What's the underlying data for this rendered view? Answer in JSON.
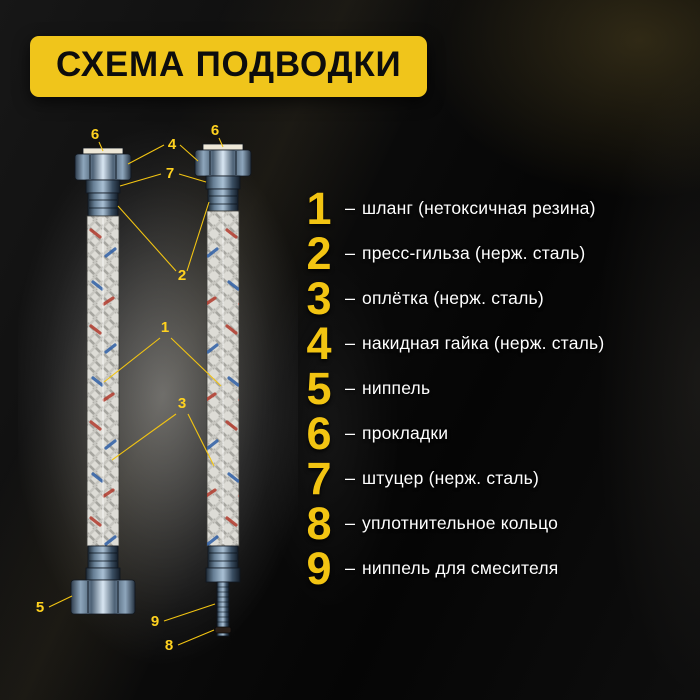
{
  "title": "СХЕМА ПОДВОДКИ",
  "legend": {
    "dash": "–",
    "items": [
      {
        "num": "1",
        "label": "шланг (нетоксичная резина)"
      },
      {
        "num": "2",
        "label": "пресс-гильза (нерж. сталь)"
      },
      {
        "num": "3",
        "label": "оплётка (нерж. сталь)"
      },
      {
        "num": "4",
        "label": "накидная гайка (нерж. сталь)"
      },
      {
        "num": "5",
        "label": "ниппель"
      },
      {
        "num": "6",
        "label": "прокладки"
      },
      {
        "num": "7",
        "label": "штуцер (нерж. сталь)"
      },
      {
        "num": "8",
        "label": "уплотнительное кольцо"
      },
      {
        "num": "9",
        "label": "ниппель для смесителя"
      }
    ]
  },
  "diagram": {
    "callouts": {
      "n1": "1",
      "n2": "2",
      "n3": "3",
      "n4": "4",
      "n5": "5",
      "n6": "6",
      "n7": "7",
      "n8": "8",
      "n9": "9"
    }
  },
  "colors": {
    "accent_yellow": "#f2c412",
    "banner_yellow": "#f0c51b",
    "text_white": "#ffffff",
    "background": "#070707",
    "steel_blue": "#8ea6bc"
  }
}
